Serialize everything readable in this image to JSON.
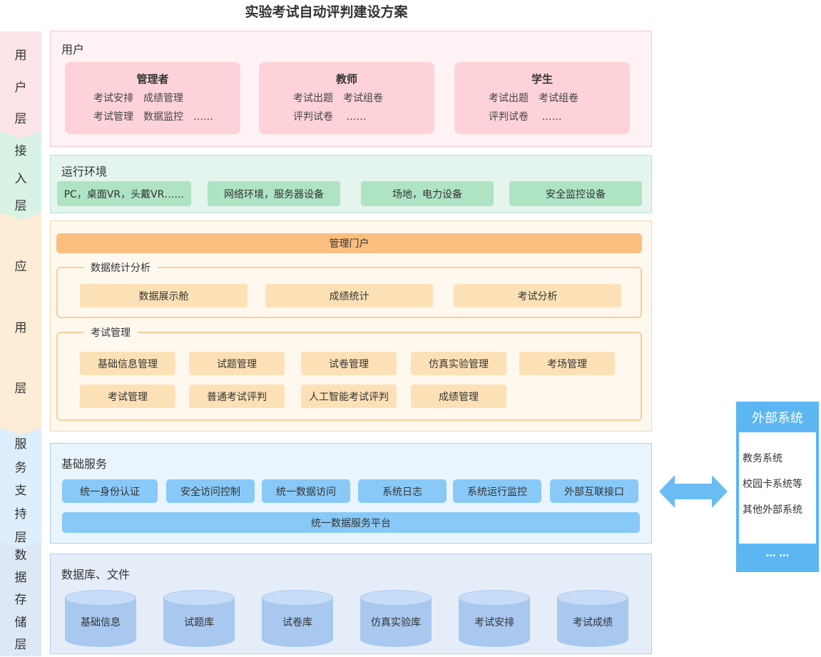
{
  "title": "实验考试自动评判建设方案",
  "layers": {
    "user": [
      "用",
      "户",
      "层"
    ],
    "access": [
      "接",
      "入",
      "层"
    ],
    "app": [
      "应",
      "用",
      "层"
    ],
    "service": [
      "服",
      "务",
      "支",
      "持",
      "层"
    ],
    "data": [
      "数",
      "据",
      "存",
      "储",
      "层"
    ]
  },
  "user_panel": {
    "title": "用户",
    "cards": [
      {
        "name": "管理者",
        "line1": "考试安排　成绩管理",
        "line2": "考试管理　数据监控　……"
      },
      {
        "name": "教师",
        "line1": "考试出题　考试组卷",
        "line2": "评判试卷　 ……"
      },
      {
        "name": "学生",
        "line1": "考试出题　考试组卷",
        "line2": "评判试卷　 ……"
      }
    ]
  },
  "access_panel": {
    "title": "运行环境",
    "items": [
      "PC，桌面VR，头戴VR……",
      "网络环境，服务器设备",
      "场地，电力设备",
      "安全监控设备"
    ]
  },
  "app_panel": {
    "portal": "管理门户",
    "stats_group": {
      "title": "数据统计分析",
      "items": [
        "数据展示舱",
        "成绩统计",
        "考试分析"
      ]
    },
    "exam_group": {
      "title": "考试管理",
      "items": [
        "基础信息管理",
        "试题管理",
        "试卷管理",
        "仿真实验管理",
        "考场管理",
        "考试管理",
        "普通考试评判",
        "人工智能考试评判",
        "成绩管理"
      ]
    }
  },
  "service_panel": {
    "title": "基础服务",
    "items": [
      "统一身份认证",
      "安全访问控制",
      "统一数据访问",
      "系统日志",
      "系统运行监控",
      "外部互联接口"
    ],
    "platform": "统一数据服务平台"
  },
  "data_panel": {
    "title": "数据库、文件",
    "stores": [
      "基础信息",
      "试题库",
      "试卷库",
      "仿真实验库",
      "考试安排",
      "考试成绩"
    ]
  },
  "external": {
    "title": "外部系统",
    "items": [
      "教务系统",
      "校园卡系统等",
      "其他外部系统"
    ],
    "more": "… …"
  },
  "colors": {
    "user": "#fde4e8",
    "access": "#d9f2e6",
    "app": "#fdecd6",
    "service": "#ddeefd",
    "data": "#dde8f7",
    "arrow": "#6cbcf4",
    "external": "#5bb6f2"
  }
}
